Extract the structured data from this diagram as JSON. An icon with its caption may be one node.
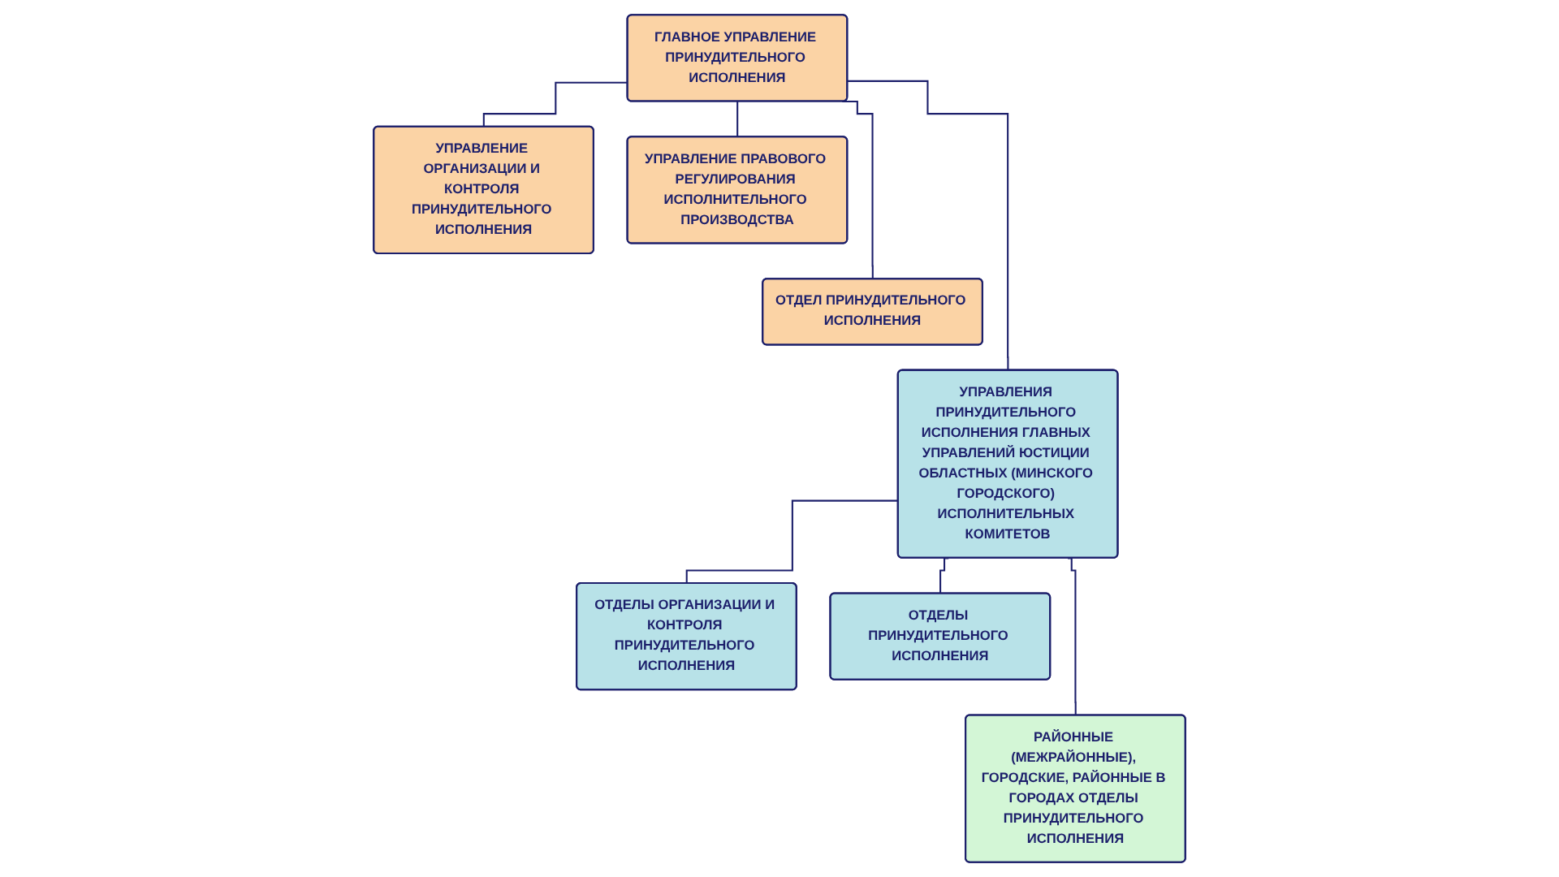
{
  "diagram": {
    "nodes": [
      {
        "text": [
          "ГЛАВНОЕ УПРАВЛЕНИЕ ПРИНУДИТЕЛЬНОГО ИСПОЛНЕНИЯ"
        ]
      },
      {
        "text": [
          "УПРАВЛЕНИЕ ОРГАНИЗАЦИИ И КОНТРОЛЯ ПРИНУДИТЕЛЬНОГО ИСПОЛНЕНИЯ"
        ]
      },
      {
        "text": [
          "УПРАВЛЕНИЕ ПРАВОВОГО РЕГУЛИРОВАНИЯ ИСПОЛНИТЕЛЬНОГО ПРОИЗВОДСТВА"
        ]
      },
      {
        "text": [
          "ОТДЕЛ ПРИНУДИТЕЛЬНОГО ИСПОЛНЕНИЯ"
        ]
      },
      {
        "text": [
          "УПРАВЛЕНИЯ ПРИНУДИТЕЛЬНОГО ИСПОЛНЕНИЯ ГЛАВНЫХ УПРАВЛЕНИЙ ЮСТИЦИИ ОБЛАСТНЫХ (МИНСКОГО ГОРОДСКОГО) ИСПОЛНИТЕЛЬНЫХ КОМИТЕТОВ"
        ]
      },
      {
        "text": [
          "ОТДЕЛЫ ОРГАНИЗАЦИИ И КОНТРОЛЯ ПРИНУДИТЕЛЬНОГО ИСПОЛНЕНИЯ"
        ]
      },
      {
        "text": [
          "ОТДЕЛЫ ПРИНУДИТЕЛЬНОГО ИСПОЛНЕНИЯ"
        ]
      },
      {
        "text": [
          "РАЙОННЫЕ (МЕЖРАЙОННЫЕ), ГОРОДСКИЕ, РАЙОННЫЕ В ГОРОДАХ ОТДЕЛЫ ПРИНУДИТЕЛЬНОГО ИСПОЛНЕНИЯ"
        ]
      }
    ],
    "edges": [
      {
        "from": 0,
        "to": 1,
        "arrow": "none"
      },
      {
        "from": 0,
        "to": 2,
        "arrow": "none"
      },
      {
        "from": 0,
        "to": 3,
        "arrow": "none"
      },
      {
        "from": 0,
        "to": 4,
        "arrow": "none"
      },
      {
        "from": 4,
        "to": 5,
        "arrow": "none"
      },
      {
        "from": 4,
        "to": 6,
        "arrow": "none"
      },
      {
        "from": 4,
        "to": 7,
        "arrow": "none"
      }
    ]
  }
}
